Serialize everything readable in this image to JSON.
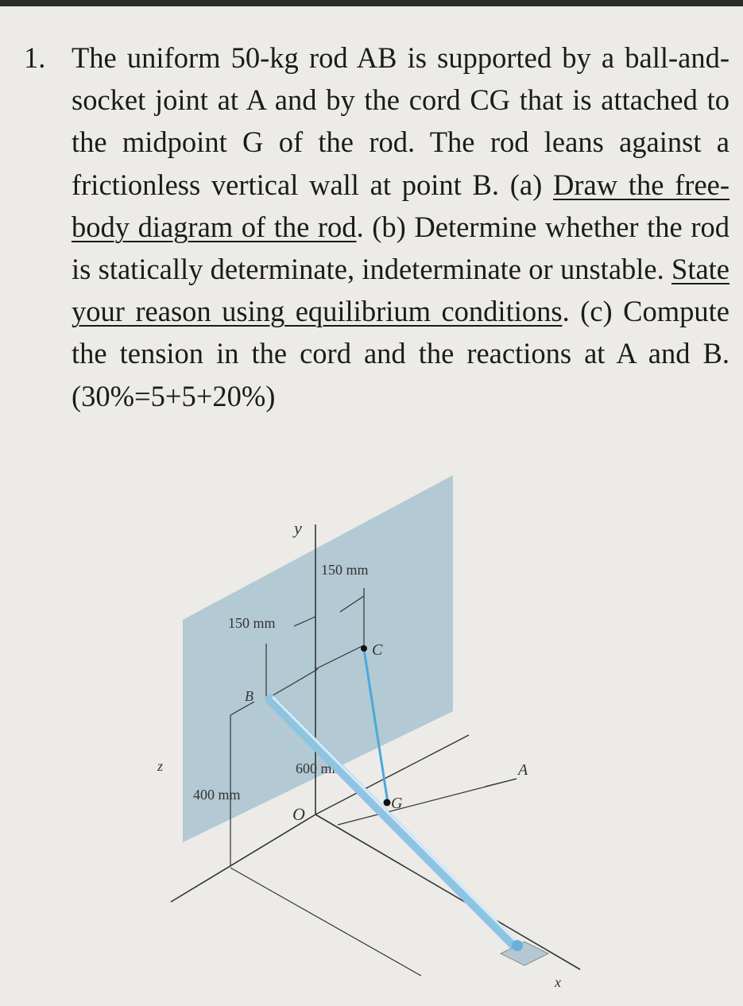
{
  "problem": {
    "number": "1.",
    "segments": [
      "The uniform 50-kg rod AB is supported by a ball-and-socket joint at A and by the cord CG that is attached to the midpoint G of the rod. The rod leans against a frictionless vertical wall at point B. (a) ",
      "Draw the free-body diagram of the rod",
      ". (b) Determine whether the rod is statically determinate, indeterminate or unstable. ",
      "State your reason using equilibrium conditions",
      ". (c) Compute the tension in the cord and the reactions at A and B. (30%=5+5+20%)"
    ]
  },
  "figure": {
    "label_y": "y",
    "label_x": "x",
    "label_z": "z",
    "label_o": "O",
    "label_a": "A",
    "label_b": "B",
    "label_c": "C",
    "label_g": "G",
    "dim_150_top": "150 mm",
    "dim_150_left": "150 mm",
    "dim_400": "400 mm",
    "dim_600": "600 mm"
  },
  "colors": {
    "wall": "#a9c3cf",
    "rod": "#8fc3e2",
    "cord": "#4aa9dc"
  }
}
